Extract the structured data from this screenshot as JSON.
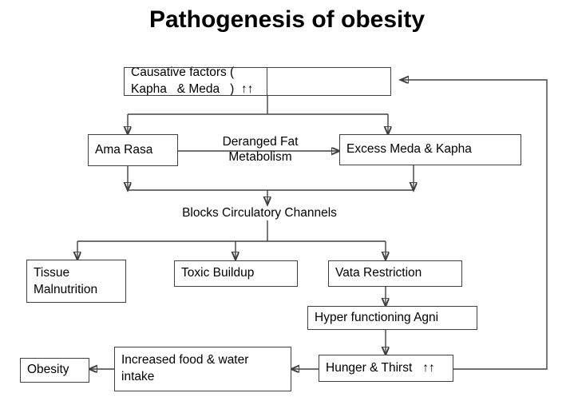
{
  "title": "Pathogenesis of obesity",
  "diagram": {
    "type": "flowchart",
    "nodes": [
      {
        "id": "causative",
        "label": "Causative factors (  Kapha   & Meda   )  ↑↑",
        "shape": "box"
      },
      {
        "id": "ama_rasa",
        "label": "Ama Rasa",
        "shape": "box"
      },
      {
        "id": "excess",
        "label": "Excess Meda & Kapha",
        "shape": "box"
      },
      {
        "id": "blocks",
        "label": "Blocks Circulatory Channels",
        "shape": "text"
      },
      {
        "id": "tissue",
        "label": "Tissue\nMalnutrition",
        "shape": "box"
      },
      {
        "id": "toxic",
        "label": "Toxic Buildup",
        "shape": "box"
      },
      {
        "id": "vata",
        "label": "Vata Restriction",
        "shape": "box"
      },
      {
        "id": "agni",
        "label": "Hyper functioning Agni",
        "shape": "box"
      },
      {
        "id": "hunger",
        "label": "Hunger & Thirst   ↑↑",
        "shape": "box"
      },
      {
        "id": "intake",
        "label": "Increased food & water\nintake",
        "shape": "box"
      },
      {
        "id": "obesity",
        "label": "Obesity",
        "shape": "box"
      }
    ],
    "edge_labels": [
      {
        "id": "deranged",
        "label": "Deranged Fat\nMetabolism"
      }
    ],
    "edges": [
      {
        "from": "causative",
        "to": "ama_rasa"
      },
      {
        "from": "causative",
        "to": "excess"
      },
      {
        "from": "ama_rasa",
        "to": "excess",
        "label": "Deranged Fat Metabolism"
      },
      {
        "from": "ama_rasa",
        "to": "blocks"
      },
      {
        "from": "excess",
        "to": "blocks"
      },
      {
        "from": "blocks",
        "to": "tissue"
      },
      {
        "from": "blocks",
        "to": "toxic"
      },
      {
        "from": "blocks",
        "to": "vata"
      },
      {
        "from": "vata",
        "to": "agni"
      },
      {
        "from": "agni",
        "to": "hunger"
      },
      {
        "from": "hunger",
        "to": "intake"
      },
      {
        "from": "intake",
        "to": "obesity"
      },
      {
        "from": "hunger",
        "to": "causative",
        "kind": "feedback-loop"
      }
    ],
    "colors": {
      "background": "#ffffff",
      "stroke": "#404040",
      "text": "#000000"
    }
  }
}
